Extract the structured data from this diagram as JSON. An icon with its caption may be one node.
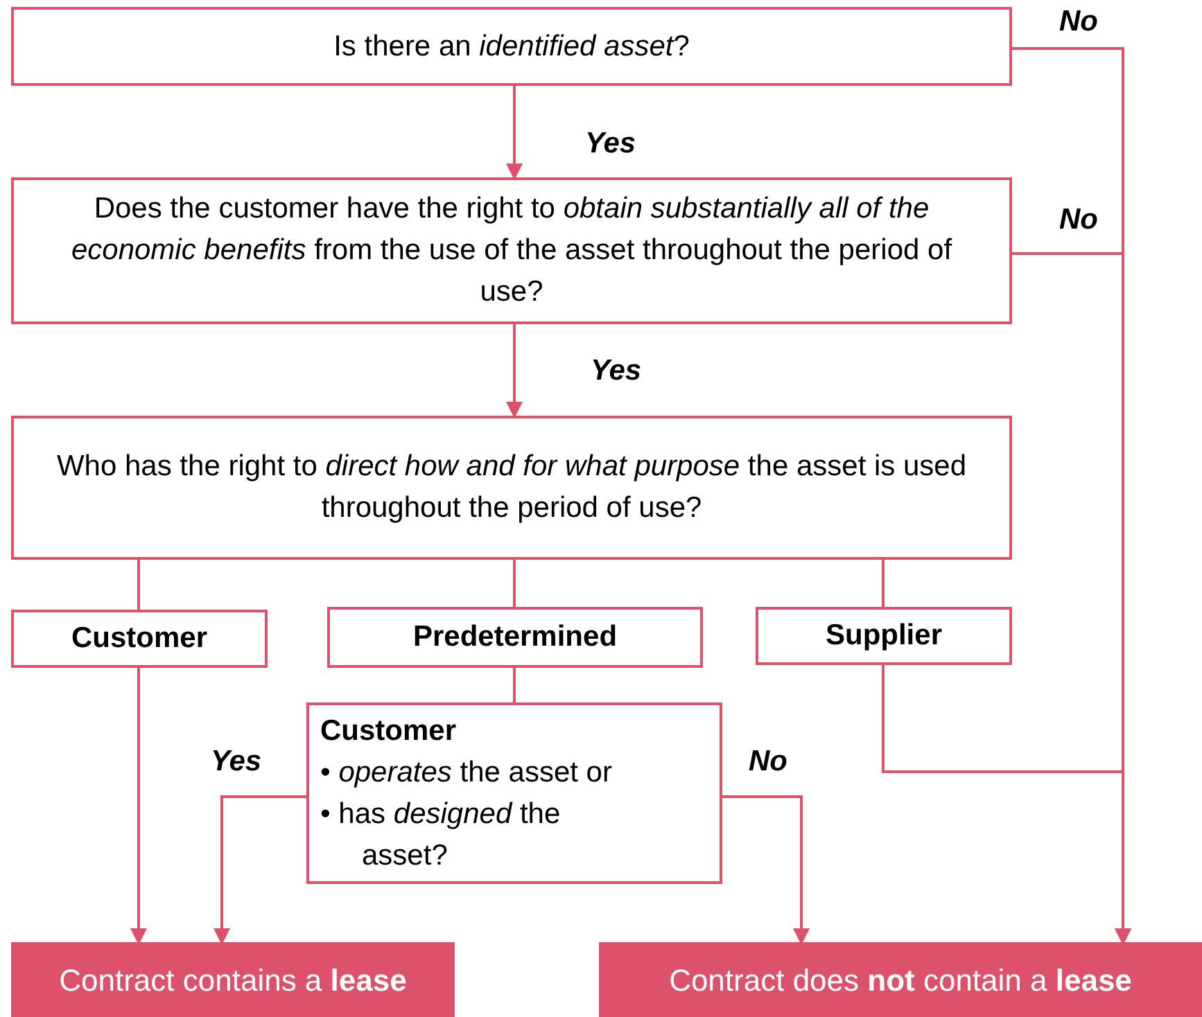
{
  "diagram": {
    "nodes": [
      {
        "text": [
          "Is there an *identified asset*?"
        ]
      },
      {
        "text": [
          "Does the customer have the right to *obtain substantially all of the economic benefits* from the use of the asset throughout the period of use?"
        ]
      },
      {
        "text": [
          "Who has the right to *direct how and for what purpose* the asset is used throughout the period of use?"
        ]
      },
      {
        "text": [
          "Customer"
        ]
      },
      {
        "text": [
          "Predetermined"
        ]
      },
      {
        "text": [
          "Supplier"
        ]
      },
      {
        "text": [
          "Customer",
          "• *operates* the asset or",
          "• has *designed* the asset?"
        ]
      },
      {
        "text": [
          "Contract contains a **lease**"
        ]
      },
      {
        "text": [
          "Contract does **not** contain a **lease**"
        ]
      }
    ],
    "edges": [
      {
        "from": 0,
        "to": 1,
        "arrow": "to",
        "label": "Yes"
      },
      {
        "from": 1,
        "to": 2,
        "arrow": "to",
        "label": "Yes"
      },
      {
        "from": 0,
        "to": 8,
        "arrow": "to",
        "label": "No"
      },
      {
        "from": 1,
        "to": 8,
        "arrow": "to",
        "label": "No"
      },
      {
        "from": 2,
        "to": 3,
        "arrow": "none"
      },
      {
        "from": 2,
        "to": 4,
        "arrow": "none"
      },
      {
        "from": 2,
        "to": 5,
        "arrow": "none"
      },
      {
        "from": 3,
        "to": 7,
        "arrow": "to"
      },
      {
        "from": 4,
        "to": 6,
        "arrow": "none"
      },
      {
        "from": 6,
        "to": 7,
        "arrow": "to",
        "label": "Yes"
      },
      {
        "from": 6,
        "to": 8,
        "arrow": "to",
        "label": "No"
      },
      {
        "from": 5,
        "to": 8,
        "arrow": "to"
      }
    ]
  }
}
